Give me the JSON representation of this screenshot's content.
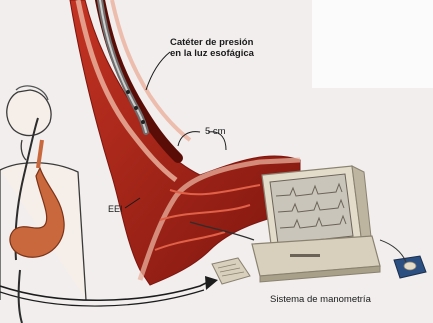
{
  "labels": {
    "catheter_line1": "Catéter de presión",
    "catheter_line2": "en la luz esofágica",
    "distance": "5 cm",
    "sphincter": "EEI",
    "system": "Sistema de manometría"
  },
  "colors": {
    "background": "#f2eeee",
    "esophagus_wall": "#b3241c",
    "esophagus_wall_light": "#e8a08e",
    "lumen": "#8a1810",
    "catheter": "#6e6e6e",
    "skin_outline": "#3a3a3a",
    "stomach": "#c9683c",
    "monitor_body": "#e3dccb",
    "screen": "#c9c5bb",
    "trace": "#6b6358",
    "arrow": "#1c1c1c"
  },
  "icons": {
    "patient": "patient-silhouette-icon",
    "monitor": "computer-monitor-icon",
    "keyboard": "keyboard-icon",
    "mouse": "mouse-icon"
  }
}
